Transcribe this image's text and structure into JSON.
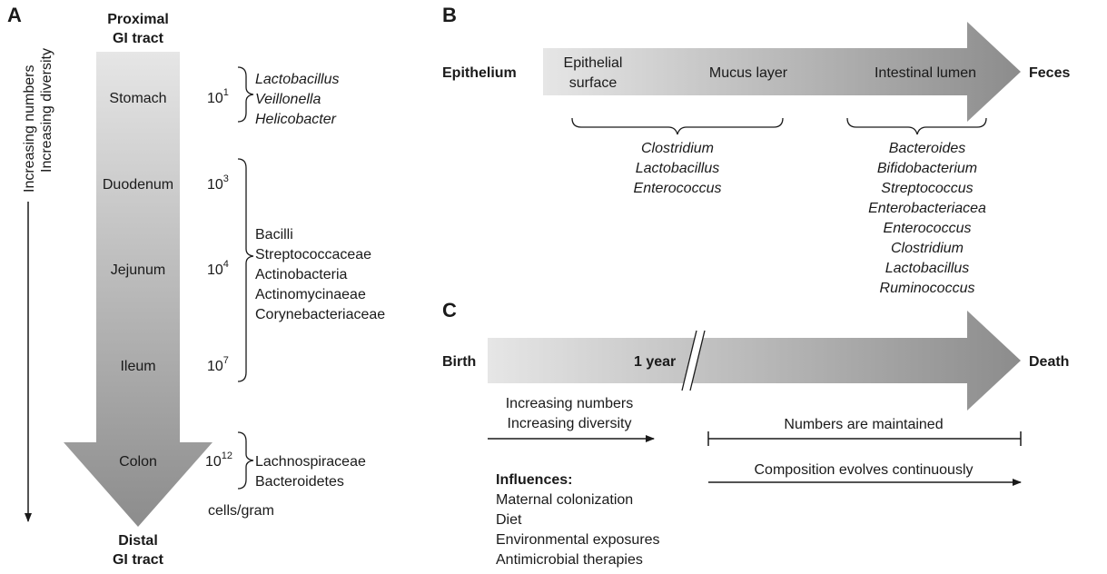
{
  "panel_a": {
    "letter": "A",
    "top_label": [
      "Proximal",
      "GI tract"
    ],
    "bottom_label": [
      "Distal",
      "GI tract"
    ],
    "side_label": [
      "Increasing numbers",
      "Increasing diversity"
    ],
    "units": "cells/gram",
    "regions": [
      {
        "name": "Stomach",
        "base": "10",
        "exp": "1"
      },
      {
        "name": "Duodenum",
        "base": "10",
        "exp": "3"
      },
      {
        "name": "Jejunum",
        "base": "10",
        "exp": "4"
      },
      {
        "name": "Ileum",
        "base": "10",
        "exp": "7"
      },
      {
        "name": "Colon",
        "base": "10",
        "exp": "12"
      }
    ],
    "stomach_taxa": [
      "Lactobacillus",
      "Veillonella",
      "Helicobacter"
    ],
    "small_intestine_taxa": [
      "Bacilli",
      "Streptococcaceae",
      "Actinobacteria",
      "Actinomycinaeae",
      "Corynebacteriaceae"
    ],
    "colon_taxa": [
      "Lachnospiraceae",
      "Bacteroidetes"
    ]
  },
  "panel_b": {
    "letter": "B",
    "left_label": "Epithelium",
    "right_label": "Feces",
    "arrow_labels": {
      "surface": [
        "Epithelial",
        "surface"
      ],
      "mucus": "Mucus layer",
      "lumen": "Intestinal lumen"
    },
    "mucus_taxa": [
      "Clostridium",
      "Lactobacillus",
      "Enterococcus"
    ],
    "lumen_taxa": [
      "Bacteroides",
      "Bifidobacterium",
      "Streptococcus",
      "Enterobacteriacea",
      "Enterococcus",
      "Clostridium",
      "Lactobacillus",
      "Ruminococcus"
    ]
  },
  "panel_c": {
    "letter": "C",
    "left_label": "Birth",
    "right_label": "Death",
    "year_label": "1 year",
    "increasing": [
      "Increasing numbers",
      "Increasing diversity"
    ],
    "maintained": "Numbers are maintained",
    "composition": "Composition evolves continuously",
    "influences_title": "Influences:",
    "influences": [
      "Maternal colonization",
      "Diet",
      "Environmental exposures",
      "Antimicrobial therapies"
    ]
  },
  "colors": {
    "arrow_light": "#e6e6e6",
    "arrow_dark": "#8c8c8c",
    "line": "#1a1a1a"
  }
}
